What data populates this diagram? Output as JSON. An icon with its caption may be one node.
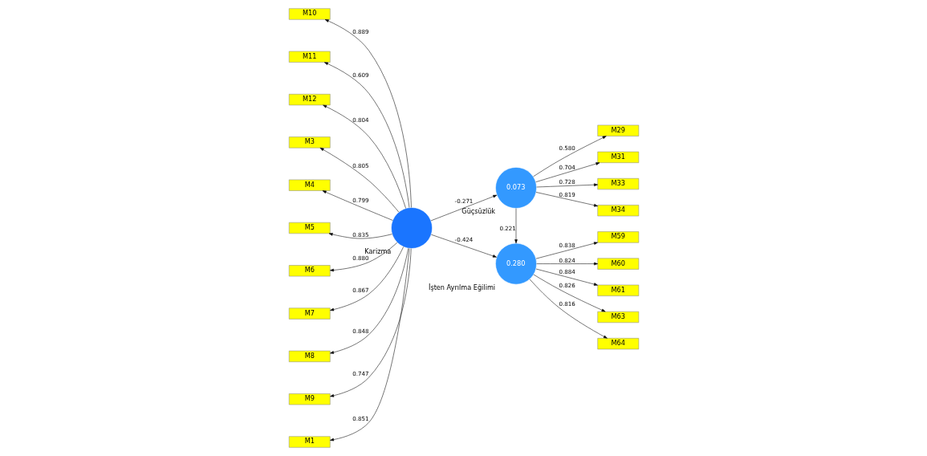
{
  "diagram": {
    "nodes": [
      {
        "text": [],
        "shape": "circle",
        "beside": [
          "Karizma"
        ]
      },
      {
        "text": [
          "0.073"
        ],
        "beside": [
          "Güçsüzlük"
        ]
      },
      {
        "text": [
          "0.280"
        ],
        "beside": [
          "İşten Ayrılma Eğilimi"
        ]
      },
      {
        "text": [
          "M10"
        ]
      },
      {
        "text": [
          "M11"
        ]
      },
      {
        "text": [
          "M12"
        ]
      },
      {
        "text": [
          "M3"
        ]
      },
      {
        "text": [
          "M4"
        ]
      },
      {
        "text": [
          "M5"
        ]
      },
      {
        "text": [
          "M6"
        ]
      },
      {
        "text": [
          "M7"
        ]
      },
      {
        "text": [
          "M8"
        ]
      },
      {
        "text": [
          "M9"
        ]
      },
      {
        "text": [
          "M1"
        ]
      },
      {
        "text": [
          "M29"
        ]
      },
      {
        "text": [
          "M31"
        ]
      },
      {
        "text": [
          "M33"
        ]
      },
      {
        "text": [
          "M34"
        ]
      },
      {
        "text": [
          "M59"
        ]
      },
      {
        "text": [
          "M60"
        ]
      },
      {
        "text": [
          "M61"
        ]
      },
      {
        "text": [
          "M63"
        ]
      },
      {
        "text": [
          "M64"
        ]
      }
    ],
    "edges": [
      {
        "from": 0,
        "to": 3,
        "arrow": "to",
        "label": "0.889"
      },
      {
        "from": 0,
        "to": 4,
        "arrow": "to",
        "label": "0.609"
      },
      {
        "from": 0,
        "to": 5,
        "arrow": "to",
        "label": "0.804"
      },
      {
        "from": 0,
        "to": 6,
        "arrow": "to",
        "label": "0.805"
      },
      {
        "from": 0,
        "to": 7,
        "arrow": "to",
        "label": "0.799"
      },
      {
        "from": 0,
        "to": 8,
        "arrow": "to",
        "label": "0.835"
      },
      {
        "from": 0,
        "to": 9,
        "arrow": "to",
        "label": "0.880"
      },
      {
        "from": 0,
        "to": 10,
        "arrow": "to",
        "label": "0.867"
      },
      {
        "from": 0,
        "to": 11,
        "arrow": "to",
        "label": "0.848"
      },
      {
        "from": 0,
        "to": 12,
        "arrow": "to",
        "label": "0.747"
      },
      {
        "from": 0,
        "to": 13,
        "arrow": "to",
        "label": "0.851"
      },
      {
        "from": 0,
        "to": 1,
        "arrow": "to",
        "label": "-0.271"
      },
      {
        "from": 0,
        "to": 2,
        "arrow": "to",
        "label": "-0.424"
      },
      {
        "from": 1,
        "to": 2,
        "arrow": "to",
        "label": "0.221"
      },
      {
        "from": 1,
        "to": 14,
        "arrow": "to",
        "label": "0.580"
      },
      {
        "from": 1,
        "to": 15,
        "arrow": "to",
        "label": "0.704"
      },
      {
        "from": 1,
        "to": 16,
        "arrow": "to",
        "label": "0.728"
      },
      {
        "from": 1,
        "to": 17,
        "arrow": "to",
        "label": "0.819"
      },
      {
        "from": 2,
        "to": 18,
        "arrow": "to",
        "label": "0.838"
      },
      {
        "from": 2,
        "to": 19,
        "arrow": "to",
        "label": "0.824"
      },
      {
        "from": 2,
        "to": 20,
        "arrow": "to",
        "label": "0.884"
      },
      {
        "from": 2,
        "to": 21,
        "arrow": "to",
        "label": "0.826"
      },
      {
        "from": 2,
        "to": 22,
        "arrow": "to",
        "label": "0.816"
      }
    ]
  }
}
